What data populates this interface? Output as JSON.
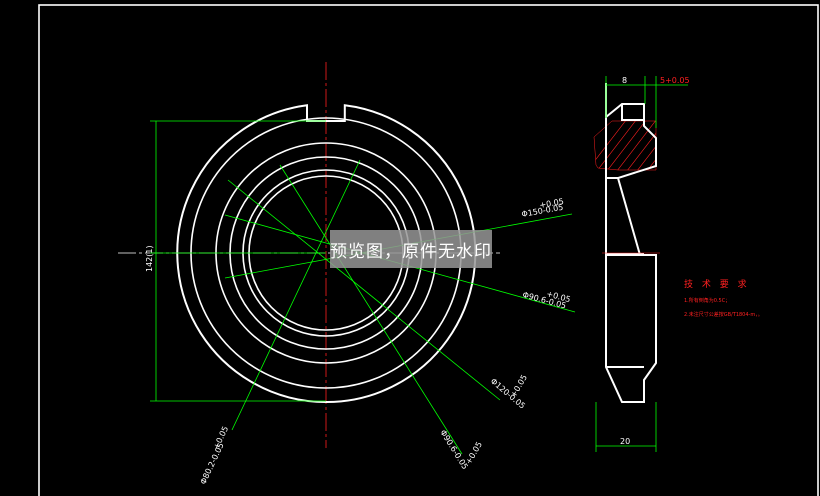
{
  "colors": {
    "background": "#000000",
    "outline": "#ffffff",
    "dimension": "#00ff00",
    "centerline": "#ff2020",
    "requirements": "#ff2020",
    "hatch": "#ff2020"
  },
  "dimensions": {
    "dia_150": "Φ150-0.05",
    "dia_150_tol": "+0.05",
    "dia_90_6": "Φ90.6-0.05",
    "dia_90_6_tol": "+0.05",
    "dia_120": "Φ120-0.05",
    "dia_120_tol": "+0.05",
    "dia_90_6b": "Φ90.6-0.05",
    "dia_90_6b_tol": "+0.05",
    "dia_80_2": "Φ80.2-0.05",
    "dia_80_2_tol": "+0.05",
    "vertical_left": "142(1)",
    "top_width": "8",
    "top_gap": "5+0.05",
    "bottom_width": "20"
  },
  "requirements": {
    "title": "技 术 要 求",
    "line1": "1.所有倒角为0.5C；",
    "line2": "2.未注尺寸公差按GB/T1804-m，。"
  },
  "watermark": "预览图，原件无水印"
}
